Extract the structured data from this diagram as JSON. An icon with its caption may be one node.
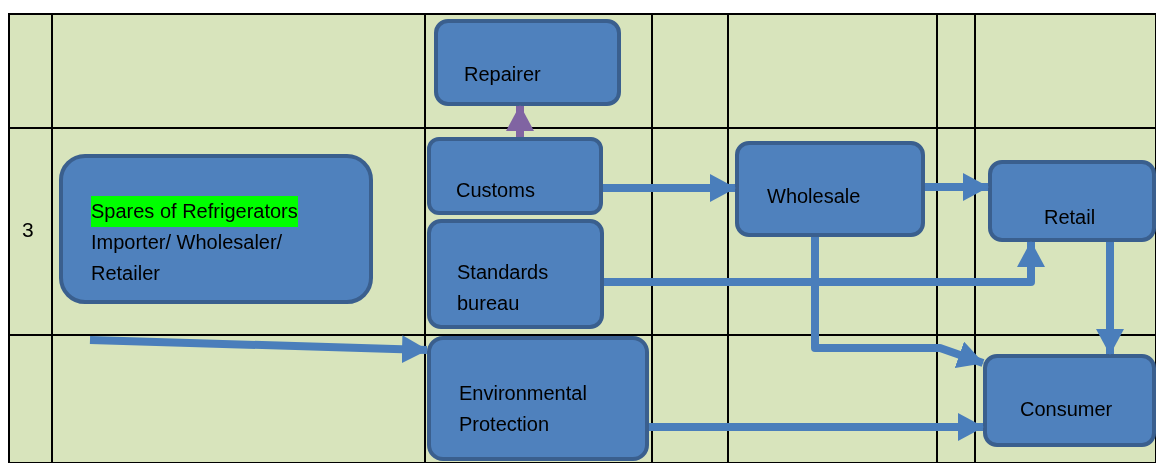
{
  "diagram": {
    "nodes": [
      {
        "text": [
          "Repairer"
        ]
      },
      {
        "text": [
          "Spares of Refrigerators",
          "Importer/ Wholesaler/ Retailer"
        ]
      },
      {
        "text": [
          "Customs"
        ]
      },
      {
        "text": [
          "Wholesale"
        ]
      },
      {
        "text": [
          "Retail"
        ]
      },
      {
        "text": [
          "Standards bureau"
        ]
      },
      {
        "text": [
          "Environmental Protection"
        ]
      },
      {
        "text": [
          "Consumer"
        ]
      }
    ],
    "edges": [
      {
        "from": null,
        "to": 6,
        "arrow": "to"
      },
      {
        "from": 2,
        "to": 0,
        "arrow": "to",
        "color": "#8064a2"
      },
      {
        "from": 2,
        "to": 3,
        "arrow": "to"
      },
      {
        "from": 3,
        "to": 4,
        "arrow": "to"
      },
      {
        "from": 5,
        "to": 4,
        "arrow": "to"
      },
      {
        "from": 3,
        "to": 7,
        "arrow": "to"
      },
      {
        "from": 4,
        "to": 7,
        "arrow": "to"
      },
      {
        "from": 6,
        "to": 7,
        "arrow": "to"
      }
    ],
    "labels": [
      "3"
    ]
  }
}
